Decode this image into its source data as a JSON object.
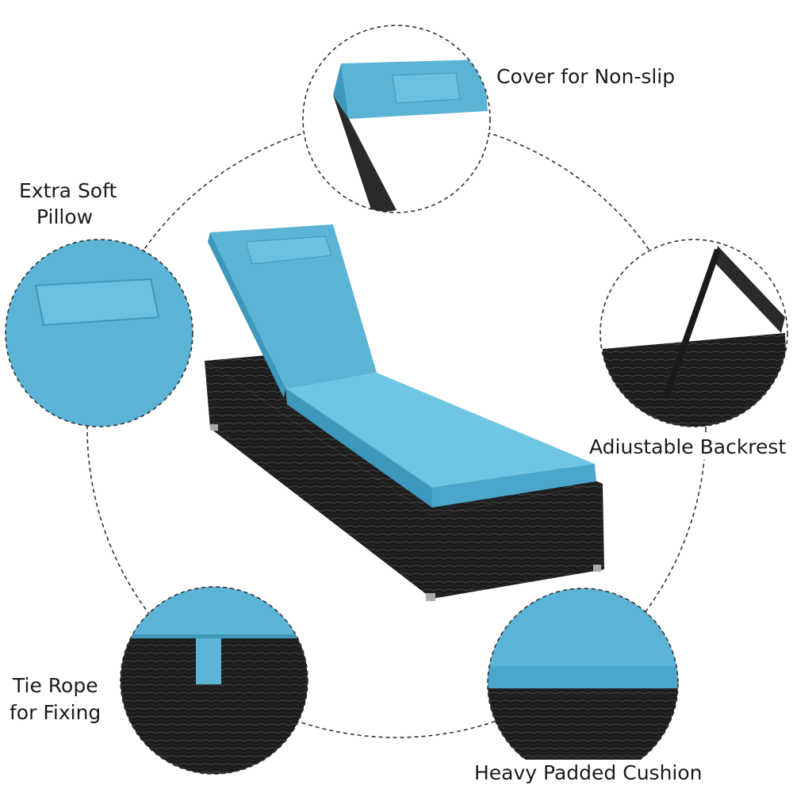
{
  "labels": {
    "cover": "Cover for Non-slip",
    "pillow_line1": "Extra Soft",
    "pillow_line2": "Pillow",
    "backrest": "Adiustable Backrest",
    "rope_line1": "Tie Rope",
    "rope_line2": "for Fixing",
    "cushion": "Heavy Padded Cushion"
  },
  "colors": {
    "cushion": "#5bb4d6",
    "cushion_light": "#6fc5e4",
    "wicker": "#1c1c1c",
    "dashed_line": "#333333"
  }
}
